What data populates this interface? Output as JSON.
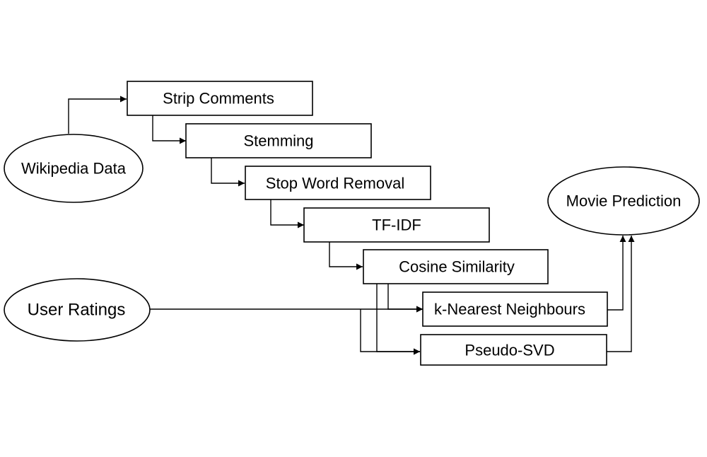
{
  "diagram": {
    "nodes": {
      "wikipedia_data": "Wikipedia Data",
      "user_ratings": "User Ratings",
      "strip_comments": "Strip Comments",
      "stemming": "Stemming",
      "stop_word_removal": "Stop Word Removal",
      "tf_idf": "TF-IDF",
      "cosine_similarity": "Cosine Similarity",
      "knn": "k-Nearest Neighbours",
      "pseudo_svd": "Pseudo-SVD",
      "movie_prediction": "Movie Prediction"
    },
    "edges": [
      {
        "from": "wikipedia_data",
        "to": "strip_comments"
      },
      {
        "from": "strip_comments",
        "to": "stemming"
      },
      {
        "from": "stemming",
        "to": "stop_word_removal"
      },
      {
        "from": "stop_word_removal",
        "to": "tf_idf"
      },
      {
        "from": "tf_idf",
        "to": "cosine_similarity"
      },
      {
        "from": "cosine_similarity",
        "to": "knn"
      },
      {
        "from": "cosine_similarity",
        "to": "pseudo_svd"
      },
      {
        "from": "user_ratings",
        "to": "knn"
      },
      {
        "from": "user_ratings",
        "to": "pseudo_svd"
      },
      {
        "from": "knn",
        "to": "movie_prediction"
      },
      {
        "from": "pseudo_svd",
        "to": "movie_prediction"
      }
    ]
  }
}
